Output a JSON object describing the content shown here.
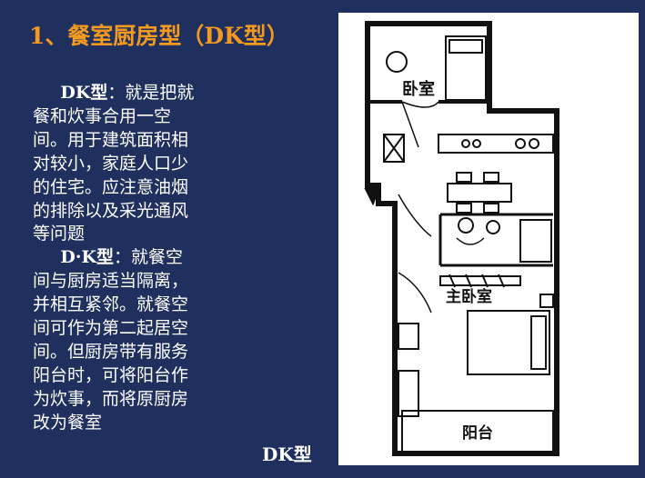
{
  "slide": {
    "title": "1、餐室厨房型（DK型）",
    "dk": {
      "term": "DK型",
      "text": "：就是把就餐和炊事合用一空间。用于建筑面积相对较小，家庭人口少的住宅。应注意油烟的排除以及采光通风等问题"
    },
    "d_k": {
      "term": "D·K型",
      "text": "：就餐空间与厨房适当隔离，并相互紧邻。就餐空间可作为第二起居空间。但厨房带有服务阳台时，可将阳台作为炊事，而将原厨房改为餐室"
    },
    "caption": "DK型"
  },
  "floor_plan": {
    "labels": {
      "bedroom": "卧室",
      "master_bedroom": "主卧室",
      "balcony": "阳台"
    }
  }
}
